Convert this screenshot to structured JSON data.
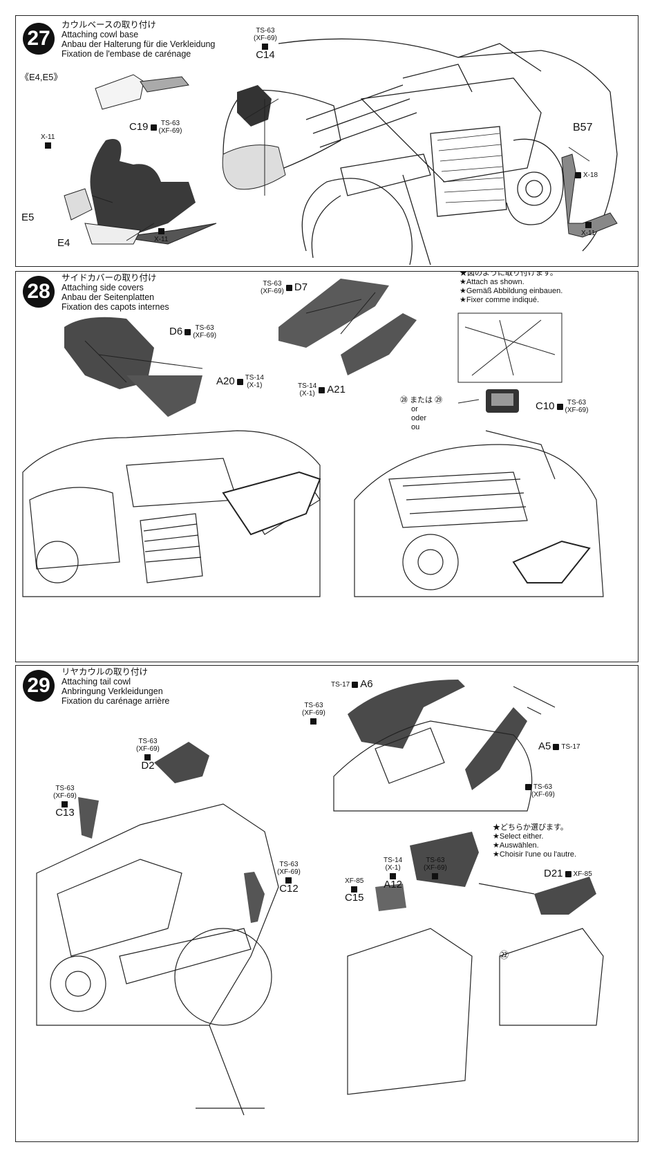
{
  "steps": {
    "s27": {
      "num": "27",
      "title_jp": "カウルベースの取り付け",
      "title_en": "Attaching cowl base",
      "title_de": "Anbau der Halterung für die Verkleidung",
      "title_fr": "Fixation de l'embase de carénage",
      "subassy": "《E4,E5》",
      "parts": {
        "c14": {
          "paint": "TS-63",
          "paint2": "(XF-69)",
          "part": "C14"
        },
        "c19": {
          "part": "C19",
          "paint": "TS-63",
          "paint2": "(XF-69)"
        },
        "x11a": "X-11",
        "e5": "E5",
        "e4": "E4",
        "x11b": "X-11",
        "b57": "B57",
        "x18": "X-18",
        "x11c": "X-11"
      }
    },
    "s28": {
      "num": "28",
      "title_jp": "サイドカバーの取り付け",
      "title_en": "Attaching side covers",
      "title_de": "Anbau der Seitenplatten",
      "title_fr": "Fixation des capots internes",
      "parts": {
        "d6": {
          "part": "D6",
          "paint": "TS-63",
          "paint2": "(XF-69)"
        },
        "a20": {
          "part": "A20",
          "paint": "TS-14",
          "paint2": "(X-1)"
        },
        "d7": {
          "part": "D7",
          "paint": "TS-63",
          "paint2": "(XF-69)"
        },
        "a21": {
          "part": "A21",
          "paint": "TS-14",
          "paint2": "(X-1)"
        },
        "c10": {
          "part": "C10",
          "paint": "TS-63",
          "paint2": "(XF-69)"
        }
      },
      "notes": [
        "★図のように取り付けます。",
        "★Attach as shown.",
        "★Gemäß Abbildung einbauen.",
        "★Fixer comme indiqué."
      ],
      "or_label": {
        "step_a": "㉘",
        "mata": "または",
        "step_b": "㉙",
        "or": "or",
        "oder": "oder",
        "ou": "ou"
      }
    },
    "s29": {
      "num": "29",
      "title_jp": "リヤカウルの取り付け",
      "title_en": "Attaching tail cowl",
      "title_de": "Anbringung Verkleidungen",
      "title_fr": "Fixation du carénage arrière",
      "parts": {
        "a6": {
          "part": "A6",
          "paint": "TS-17"
        },
        "a6b": {
          "paint": "TS-63",
          "paint2": "(XF-69)"
        },
        "a5": {
          "part": "A5",
          "paint": "TS-17"
        },
        "a5b": {
          "paint": "TS-63",
          "paint2": "(XF-69)"
        },
        "d2": {
          "part": "D2",
          "paint": "TS-63",
          "paint2": "(XF-69)"
        },
        "c13": {
          "part": "C13",
          "paint": "TS-63",
          "paint2": "(XF-69)"
        },
        "c12": {
          "part": "C12",
          "paint": "TS-63",
          "paint2": "(XF-69)"
        },
        "a12": {
          "part": "A12",
          "paint": "TS-14",
          "paint2": "(X-1)",
          "paint3": "TS-63",
          "paint4": "(XF-69)"
        },
        "c15": {
          "part": "C15",
          "paint": "XF-85"
        },
        "d21": {
          "part": "D21",
          "paint": "XF-85"
        },
        "ref22": "㉒"
      },
      "notes": [
        "★どちらか選びます。",
        "★Select either.",
        "★Auswählen.",
        "★Choisir l'une ou l'autre."
      ]
    }
  }
}
